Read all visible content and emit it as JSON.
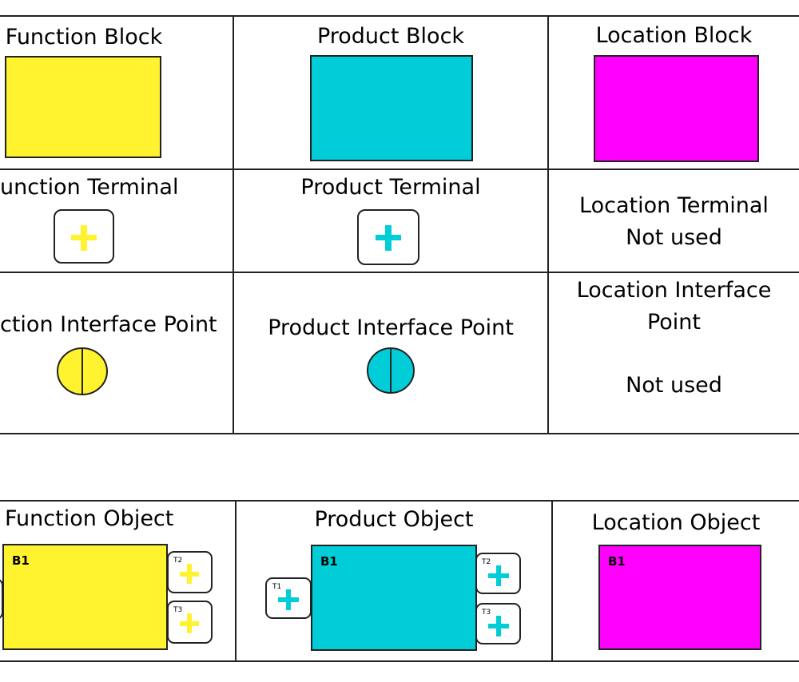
{
  "colors": {
    "function": "#FFF22E",
    "product": "#00CDD8",
    "location": "#FF00FF",
    "line": "#222222"
  },
  "table1": {
    "row1": {
      "function": "Function Block",
      "product": "Product Block",
      "location": "Location Block"
    },
    "row2": {
      "function": "unction Terminal",
      "product": "Product Terminal",
      "location_line1": "Location Terminal",
      "location_line2": "Not used"
    },
    "row3": {
      "function": "ction Interface Point",
      "product": "Product Interface Point",
      "location_line1": "Location Interface",
      "location_line2": "Point",
      "location_line3": "Not used"
    }
  },
  "table2": {
    "function": "Function Object",
    "product": "Product Object",
    "location": "Location Object",
    "block_label": "B1",
    "t1": "T1",
    "t2": "T2",
    "t3": "T3"
  }
}
